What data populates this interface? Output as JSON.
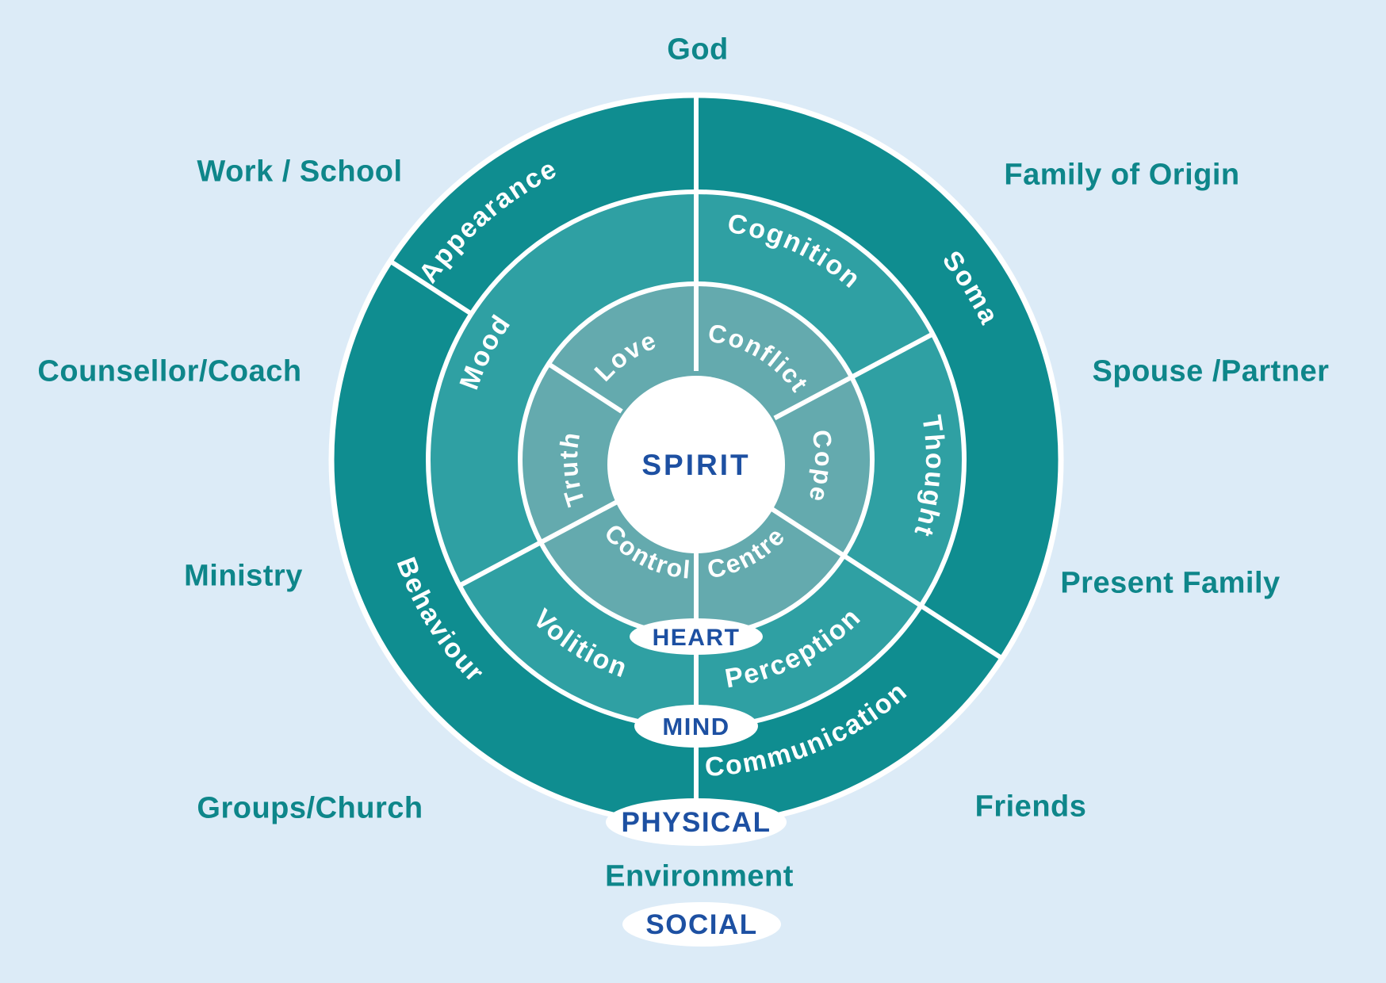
{
  "center": {
    "label": "SPIRIT"
  },
  "rings": [
    {
      "id": "heart",
      "label": "HEART",
      "segments": [
        "Love",
        "Conflict",
        "Cope",
        "Centre",
        "Control",
        "Truth"
      ]
    },
    {
      "id": "mind",
      "label": "MIND",
      "segments": [
        "Mood",
        "Cognition",
        "Thought",
        "Perception",
        "Volition"
      ]
    },
    {
      "id": "physical",
      "label": "PHYSICAL",
      "segments": [
        "Appearance",
        "Soma",
        "Communication",
        "Behaviour"
      ]
    },
    {
      "id": "social",
      "label": "SOCIAL",
      "segments": []
    }
  ],
  "outer_labels": {
    "god": "God",
    "work_school": "Work / School",
    "family_of_origin": "Family of Origin",
    "counsellor_coach": "Counsellor/Coach",
    "spouse_partner": "Spouse /Partner",
    "ministry": "Ministry",
    "present_family": "Present Family",
    "groups_church": "Groups/Church",
    "friends": "Friends",
    "environment": "Environment"
  },
  "colors": {
    "background": "#DCEBF7",
    "ring_outer": "#0F8D90",
    "ring_middle": "#2FA0A3",
    "ring_inner": "#64AAAE",
    "center_fill": "#FFFFFF",
    "divider": "#FFFFFF",
    "ring_label_text": "#FFFFFF",
    "oval_text": "#1D50A2",
    "outer_label_text": "#0E868A"
  }
}
